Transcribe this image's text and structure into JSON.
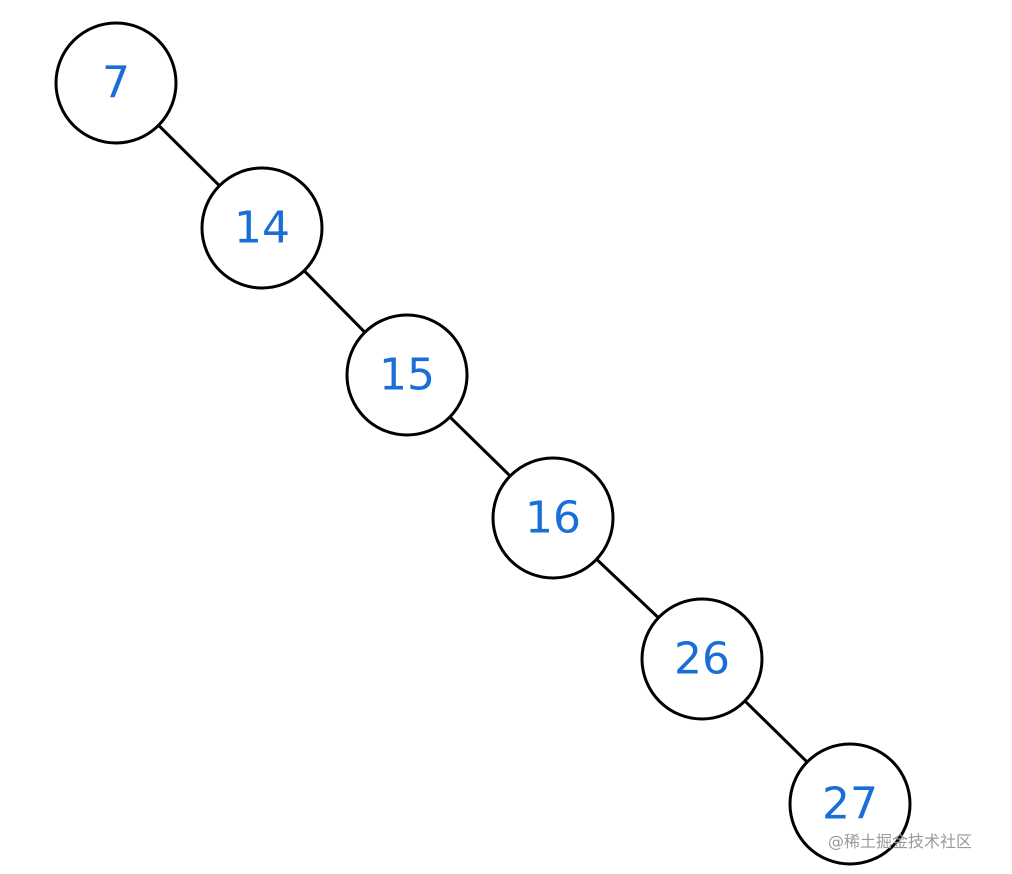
{
  "tree": {
    "nodes": [
      {
        "id": "n7",
        "label": "7"
      },
      {
        "id": "n14",
        "label": "14"
      },
      {
        "id": "n15",
        "label": "15"
      },
      {
        "id": "n16",
        "label": "16"
      },
      {
        "id": "n26",
        "label": "26"
      },
      {
        "id": "n27",
        "label": "27"
      }
    ],
    "edges": [
      {
        "from": "n7",
        "to": "n14"
      },
      {
        "from": "n14",
        "to": "n15"
      },
      {
        "from": "n15",
        "to": "n16"
      },
      {
        "from": "n16",
        "to": "n26"
      },
      {
        "from": "n26",
        "to": "n27"
      }
    ]
  },
  "colors": {
    "node_text": "#1a6fd6",
    "node_stroke": "#000000",
    "edge": "#000000",
    "watermark": "#9a9a9a"
  },
  "watermark": {
    "text": "@稀土掘金技术社区"
  }
}
